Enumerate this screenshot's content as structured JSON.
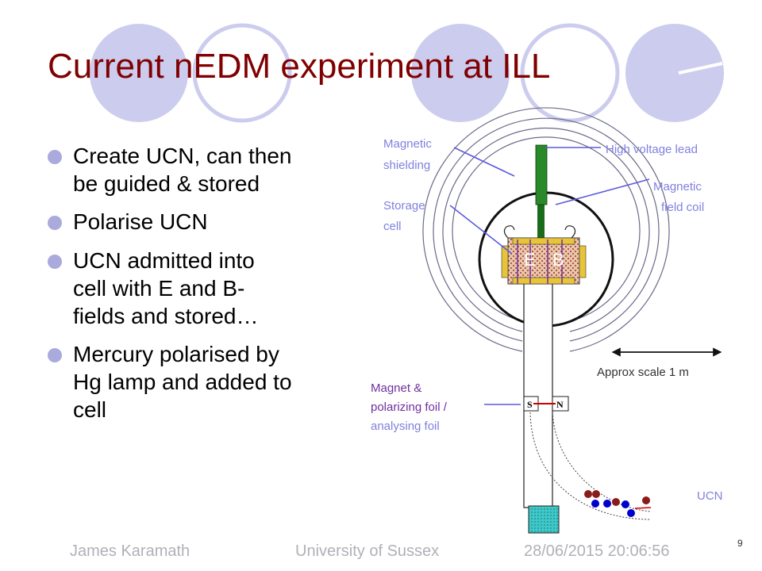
{
  "slide": {
    "title": "Current nEDM experiment at ILL",
    "bullets": [
      [
        "Create UCN, can then",
        "be guided & stored"
      ],
      [
        "Polarise UCN"
      ],
      [
        "UCN admitted into",
        "cell with E and B-",
        "fields and stored…"
      ],
      [
        "Mercury polarised by",
        "Hg lamp and added to",
        "cell"
      ]
    ]
  },
  "diagram": {
    "magnetic_shielding": [
      "Magnetic",
      "shielding"
    ],
    "storage_cell": [
      "Storage",
      "cell"
    ],
    "high_voltage_lead": "High voltage lead",
    "magnetic_field_coil": [
      "Magnetic",
      "field coil"
    ],
    "field_e": "E",
    "field_b": "B",
    "scale_label": "Approx scale 1 m",
    "magnet_label": [
      "Magnet &",
      "polarizing foil /",
      "analysing foil"
    ],
    "magnet_south": "S",
    "magnet_north": "N",
    "ucn_label": "UCN"
  },
  "footer": {
    "author": "James Karamath",
    "institution": "University of Sussex",
    "datetime": "28/06/2015 20:06:56",
    "page": "9"
  },
  "colors": {
    "title": "#800000",
    "bullet": "#aaaadd",
    "label": "#8080e0",
    "purple_label": "#7030a0",
    "deco_circle": "#ccccee",
    "hv_lead": "#1a6b1a",
    "cell_fill": "#e8c8a8",
    "red_dot": "#8b1a1a",
    "blue_dot": "#0000cc",
    "detector": "#40c8c8"
  }
}
